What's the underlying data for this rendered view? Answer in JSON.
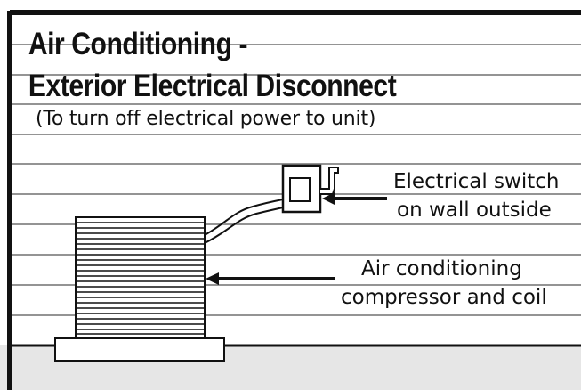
{
  "title": {
    "line1": "Air Conditioning -",
    "line2": "Exterior Electrical Disconnect"
  },
  "subtitle": "(To turn off electrical power to unit)",
  "labels": {
    "switch_line1": "Electrical switch",
    "switch_line2": "on wall outside",
    "compressor_line1": "Air conditioning",
    "compressor_line2": "compressor and coil"
  },
  "colors": {
    "ink": "#111111",
    "siding_line": "#555555",
    "ground": "#e6e6e6",
    "background": "#ffffff"
  }
}
